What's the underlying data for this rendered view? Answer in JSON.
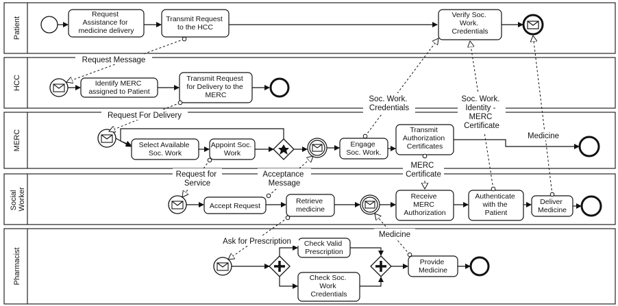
{
  "lanes": {
    "patient": "Patient",
    "hcc": "HCC",
    "merc": "MERC",
    "social_worker": [
      "Social",
      "Worker"
    ],
    "pharmacist": "Pharmacist"
  },
  "tasks": {
    "p1": [
      "Request",
      "Assistance for",
      "medicine delivery"
    ],
    "p2": [
      "Transmit Request",
      "to the  HCC"
    ],
    "p3": [
      "Verify Soc.",
      "Work.",
      "Credentials"
    ],
    "h1": [
      "Identify MERC",
      "assigned to Patient"
    ],
    "h2": [
      "Transmit Request",
      "for Delivery to the",
      "MERC"
    ],
    "m1": [
      "Select Available",
      "Soc. Work"
    ],
    "m2": [
      "Appoint Soc.",
      "Work"
    ],
    "m3": [
      "Engage",
      "Soc. Work."
    ],
    "m4": [
      "Transmit",
      "Authorization",
      "Certificates"
    ],
    "s1": [
      "Accept Request"
    ],
    "s2": [
      "Retrieve",
      "medicine"
    ],
    "s3": [
      "Receive",
      "MERC",
      "Authorization"
    ],
    "s4": [
      "Authenticate",
      "with the",
      "Patient"
    ],
    "s5": [
      "Deliver",
      "Medicine"
    ],
    "ph1": [
      "Check Valid",
      "Prescription"
    ],
    "ph2": [
      "Check Soc.",
      "Work",
      "Credentials"
    ],
    "ph3": [
      "Provide",
      "Medicine"
    ]
  },
  "messages": {
    "request_message": [
      "Request Message"
    ],
    "request_for_delivery": [
      "Request For Delivery"
    ],
    "soc_work_credentials": [
      "Soc. Work.",
      "Credentials"
    ],
    "identity_certificate": [
      "Soc. Work.",
      "Identity -",
      "MERC",
      "Certificate"
    ],
    "medicine_merc": [
      "Medicine"
    ],
    "merc_certificate": [
      "MERC",
      "Certificate"
    ],
    "request_for_service": [
      "Request for",
      "Service"
    ],
    "acceptance_message": [
      "Acceptance",
      "Message"
    ],
    "ask_for_prescription": [
      "Ask for Prescription"
    ],
    "medicine_pharmacist": [
      "Medicine"
    ]
  }
}
